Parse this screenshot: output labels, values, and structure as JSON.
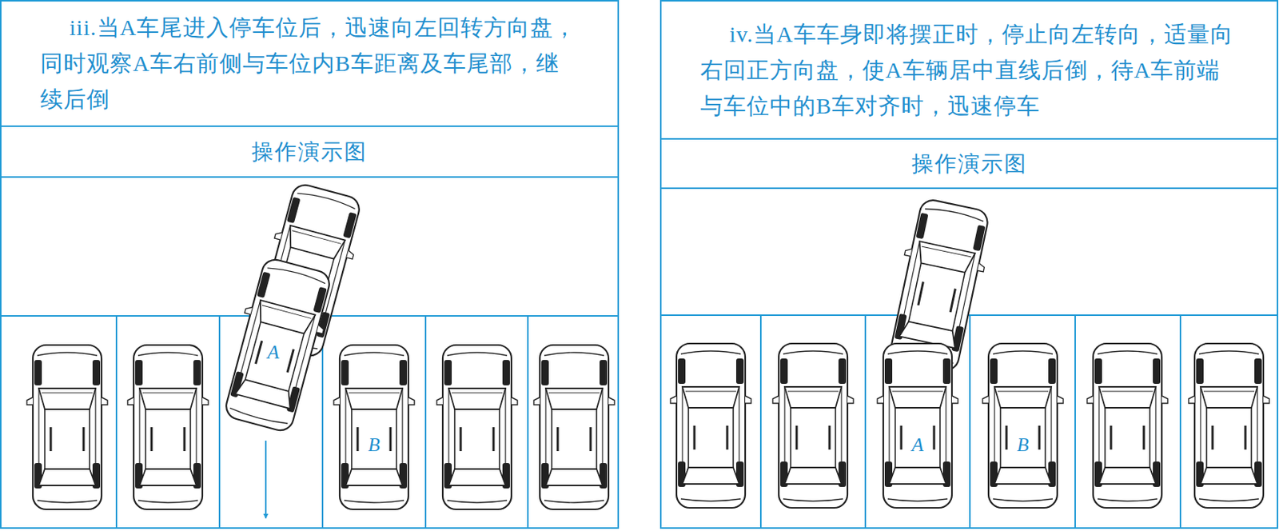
{
  "diagram": {
    "nodes": [
      {
        "text": [
          "iii.当A车尾进入停车位后，迅速向左回转方向盘，同时观察A车右前侧与车位内B车距离及车尾部，继续后倒"
        ]
      },
      {
        "text": [
          "操作演示图"
        ]
      },
      {
        "text": [
          "iv.当A车车身即将摆正时，停止向左转向，适量向右回正方向盘，使A车辆居中直线后倒，待A车前端与车位中的B车对齐时，迅速停车"
        ]
      },
      {
        "text": [
          "操作演示图"
        ]
      }
    ],
    "labels": [
      "A",
      "B",
      "A",
      "B"
    ]
  }
}
